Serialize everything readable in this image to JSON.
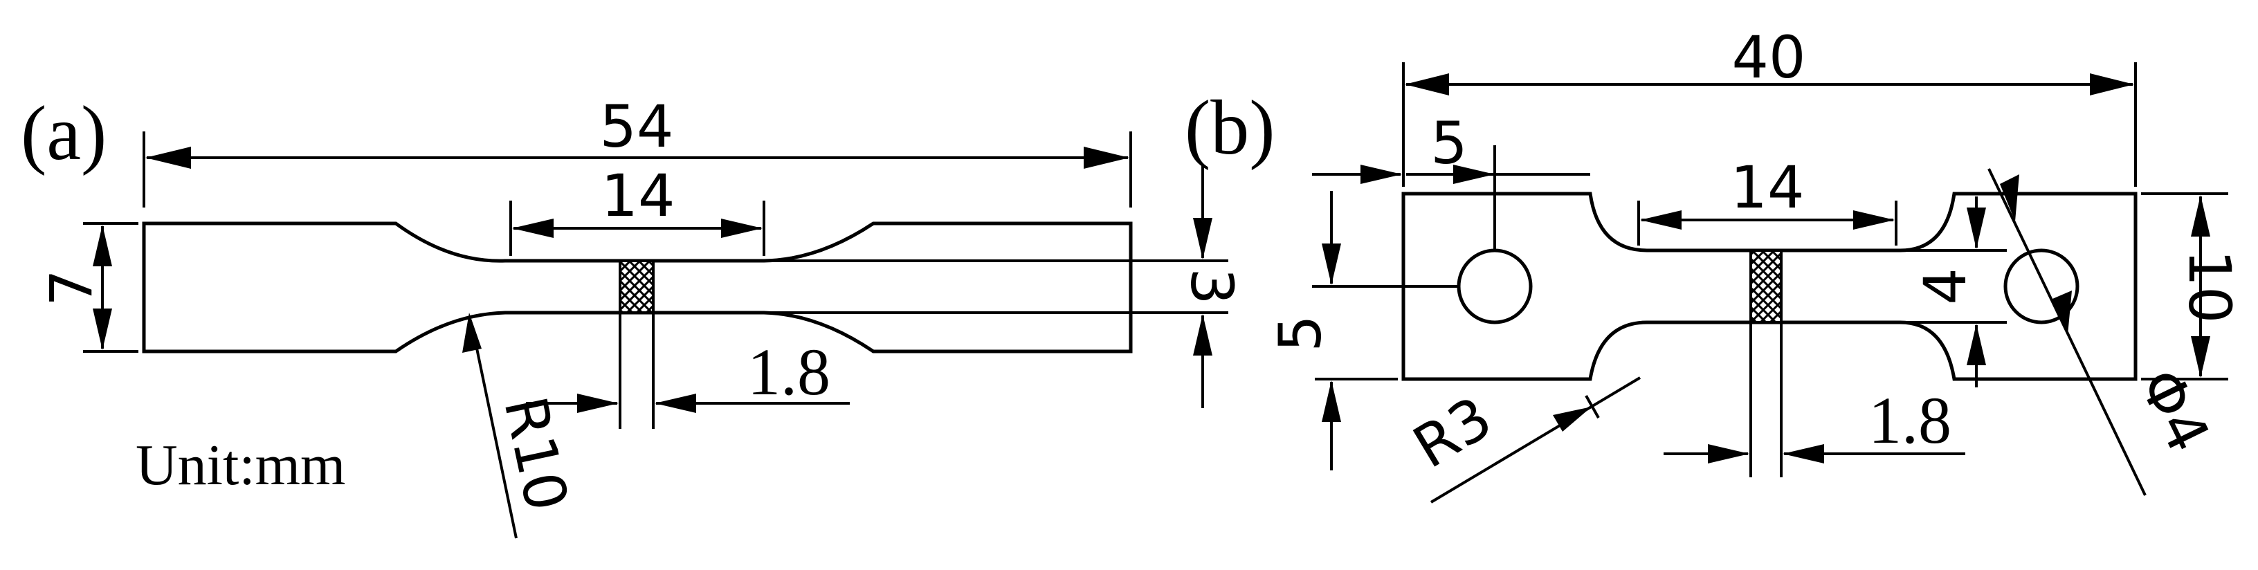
{
  "figure": {
    "panel_a": {
      "label": "(a)",
      "overall_length": "54",
      "gauge_length": "14",
      "grip_width": "7",
      "gauge_width": "3",
      "thickness_mark": "1.8",
      "radius": "R10",
      "unit": "Unit:mm"
    },
    "panel_b": {
      "label": "(b)",
      "overall_length": "40",
      "hole_offset": "5",
      "gauge_length": "14",
      "hole_height": "5",
      "gauge_width": "4",
      "width": "10",
      "thickness_mark": "1.8",
      "radius": "R3",
      "hole_diameter": "Φ4"
    }
  }
}
